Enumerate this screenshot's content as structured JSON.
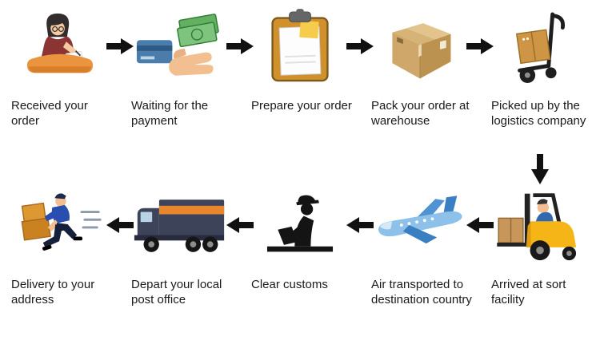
{
  "page": {
    "background": "#ffffff",
    "arrow_color": "#111111",
    "text_color": "#1a1a1a"
  },
  "flow": {
    "top_row": [
      {
        "id": "received",
        "label": "Received your order",
        "icon": "receptionist-icon"
      },
      {
        "id": "payment",
        "label": "Waiting for the payment",
        "icon": "payment-hand-money-icon"
      },
      {
        "id": "prepare",
        "label": "Prepare your order",
        "icon": "clipboard-icon"
      },
      {
        "id": "pack",
        "label": "Pack your order at warehouse",
        "icon": "parcel-box-icon"
      },
      {
        "id": "pickup",
        "label": "Picked up by the logistics company",
        "icon": "hand-truck-icon"
      }
    ],
    "bottom_row": [
      {
        "id": "delivery",
        "label": "Delivery to your address",
        "icon": "courier-icon"
      },
      {
        "id": "depart",
        "label": "Depart your local post office",
        "icon": "delivery-truck-icon"
      },
      {
        "id": "customs",
        "label": "Clear customs",
        "icon": "customs-officer-icon"
      },
      {
        "id": "air",
        "label": "Air transported to destination country",
        "icon": "airplane-icon"
      },
      {
        "id": "arrived",
        "label": "Arrived at sort facility",
        "icon": "forklift-icon"
      }
    ]
  }
}
